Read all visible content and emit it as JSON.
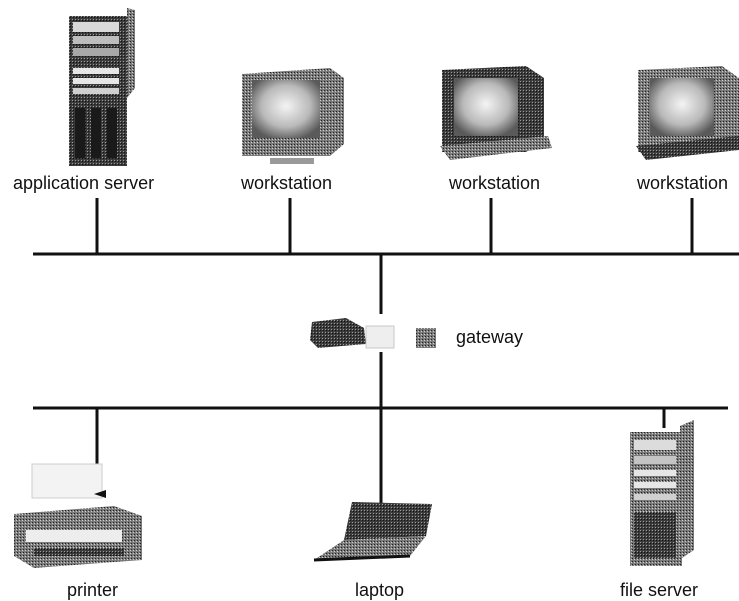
{
  "nodes": {
    "application_server": {
      "label": "application server",
      "icon": "tower-server-icon"
    },
    "workstation_1": {
      "label": "workstation",
      "icon": "crt-monitor-icon"
    },
    "workstation_2": {
      "label": "workstation",
      "icon": "crt-monitor-icon"
    },
    "workstation_3": {
      "label": "workstation",
      "icon": "crt-monitor-icon"
    },
    "gateway": {
      "label": "gateway",
      "icon": "gateway-router-icon"
    },
    "printer": {
      "label": "printer",
      "icon": "printer-icon"
    },
    "laptop": {
      "label": "laptop",
      "icon": "laptop-icon"
    },
    "file_server": {
      "label": "file server",
      "icon": "tower-server-icon"
    }
  },
  "networks": [
    "upper-lan-bus",
    "lower-lan-bus"
  ],
  "colors": {
    "line": "#111111",
    "device_dark": "#3a3a3a",
    "device_mid": "#8a8a8a",
    "device_light": "#d8d8d8"
  }
}
